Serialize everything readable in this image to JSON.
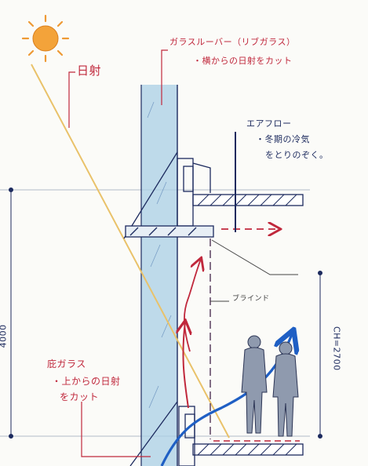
{
  "annotations": {
    "sunlight": "日射",
    "glass_louver_title": "ガラスルーバー（リブガラス）",
    "glass_louver_note": "・横からの日射をカット",
    "airflow_title": "エアフロー",
    "airflow_note_1": "・冬期の冷気",
    "airflow_note_2": "をとりのぞく。",
    "eave_glass_title": "庇ガラス",
    "eave_glass_note_1": "・上からの日射",
    "eave_glass_note_2": "をカット",
    "blind": "ブラインド",
    "floor_height_dim": "4000",
    "ceiling_height_dim": "CH=2700"
  },
  "colors": {
    "annotation_red": "#c0283c",
    "annotation_navy": "#1c2a5e",
    "glass_blue": "#a9cfe6",
    "sun_orange": "#f2a03a",
    "sun_ray": "#e9c26a",
    "airflow_blue": "#1f5fc4"
  },
  "icons": [
    "sun-icon",
    "person-icon"
  ]
}
